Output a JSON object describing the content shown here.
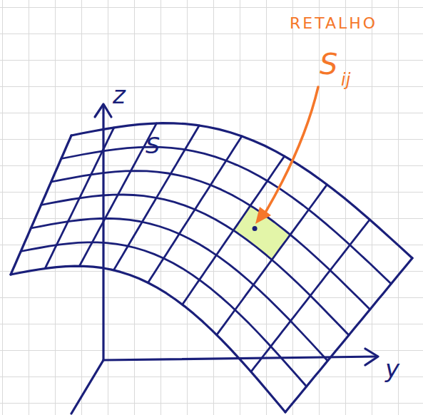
{
  "diagram": {
    "labels": [
      "RETALHO",
      "S",
      "ij",
      "z",
      "S",
      "y"
    ]
  }
}
